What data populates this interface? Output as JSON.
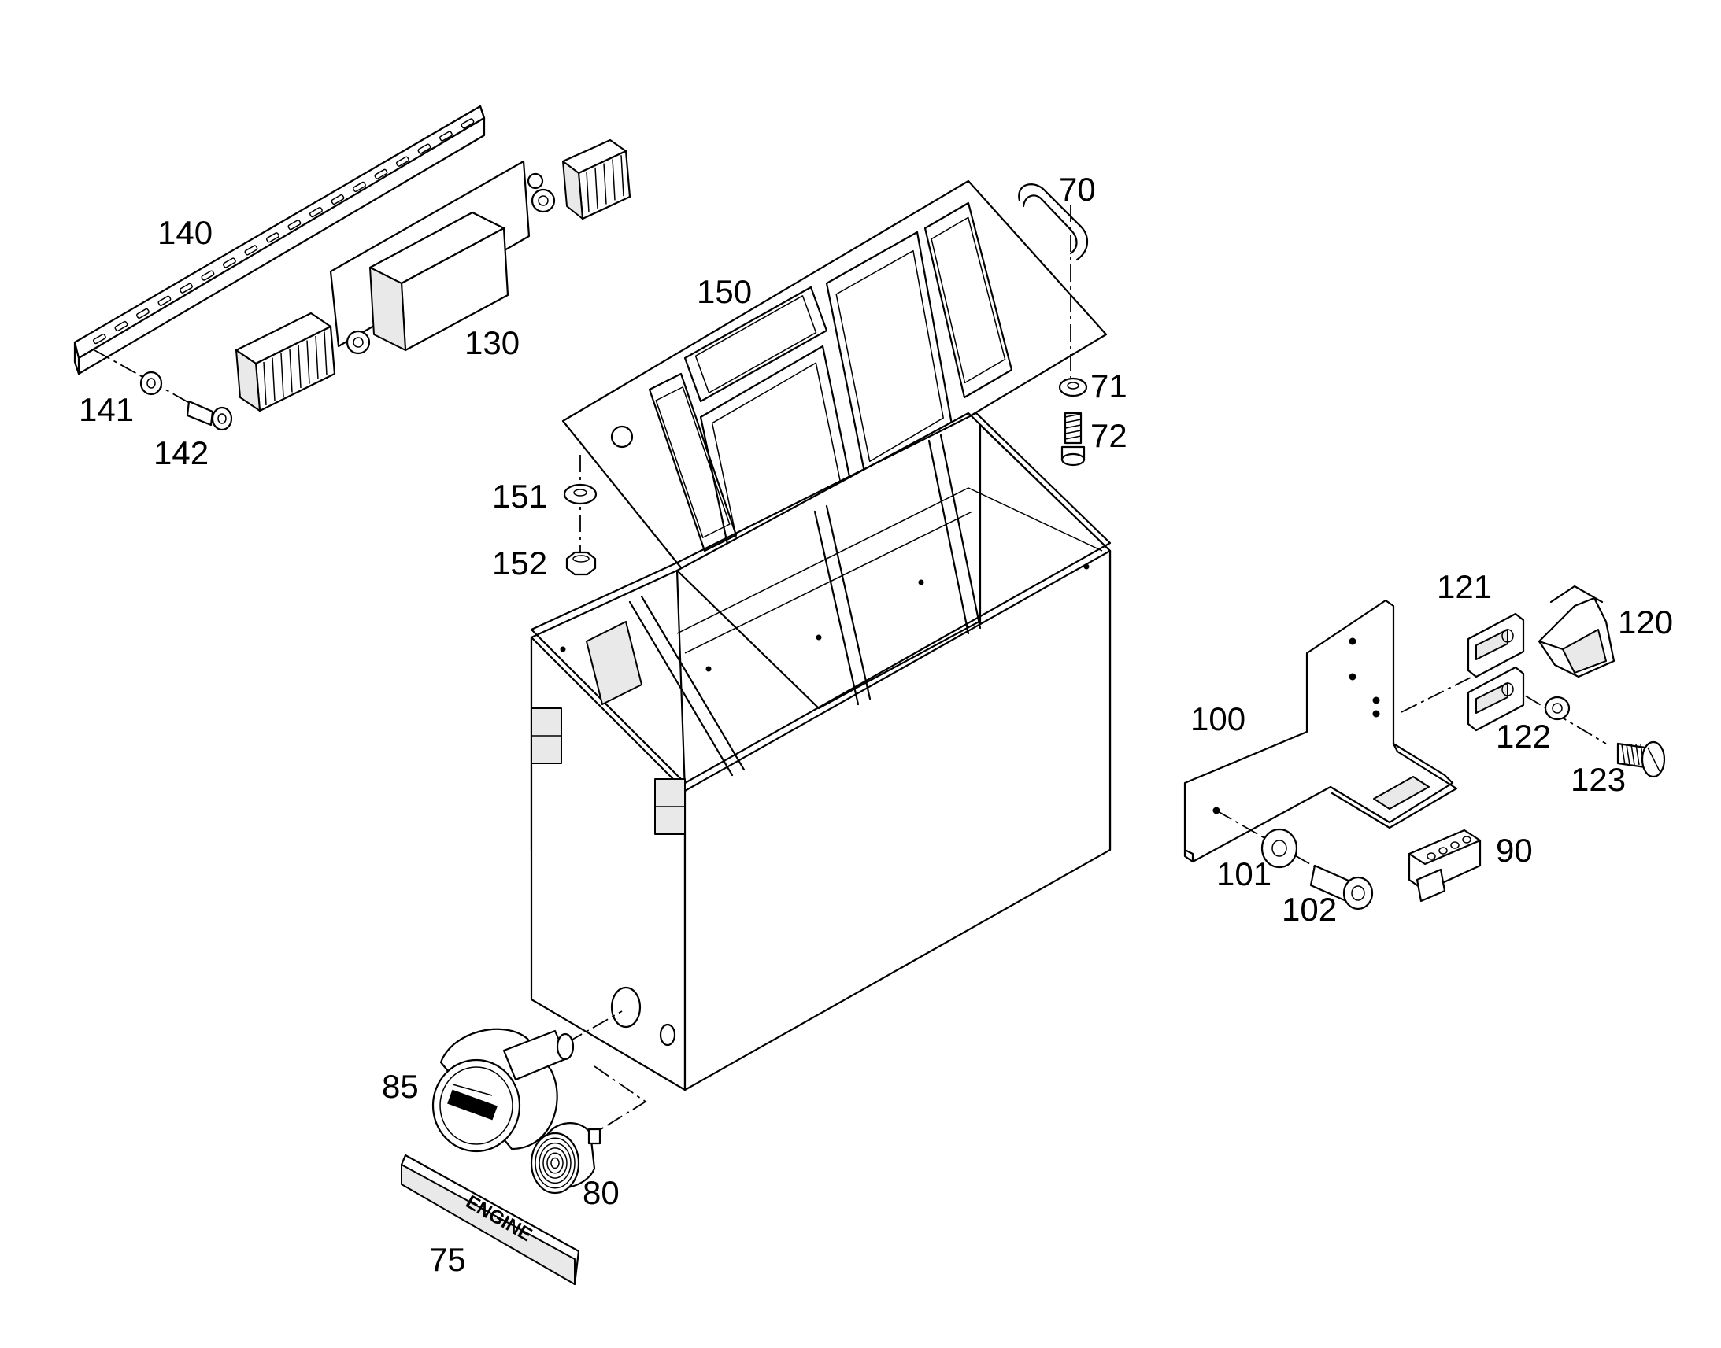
{
  "callouts": [
    {
      "id": "70",
      "text": "70"
    },
    {
      "id": "71",
      "text": "71"
    },
    {
      "id": "72",
      "text": "72"
    },
    {
      "id": "75",
      "text": "75"
    },
    {
      "id": "80",
      "text": "80"
    },
    {
      "id": "85",
      "text": "85"
    },
    {
      "id": "90",
      "text": "90"
    },
    {
      "id": "100",
      "text": "100"
    },
    {
      "id": "101",
      "text": "101"
    },
    {
      "id": "102",
      "text": "102"
    },
    {
      "id": "120",
      "text": "120"
    },
    {
      "id": "121",
      "text": "121"
    },
    {
      "id": "122",
      "text": "122"
    },
    {
      "id": "123",
      "text": "123"
    },
    {
      "id": "130",
      "text": "130"
    },
    {
      "id": "140",
      "text": "140"
    },
    {
      "id": "141",
      "text": "141"
    },
    {
      "id": "142",
      "text": "142"
    },
    {
      "id": "150",
      "text": "150"
    },
    {
      "id": "151",
      "text": "151"
    },
    {
      "id": "152",
      "text": "152"
    }
  ],
  "engine_label_text": "ENGINE"
}
